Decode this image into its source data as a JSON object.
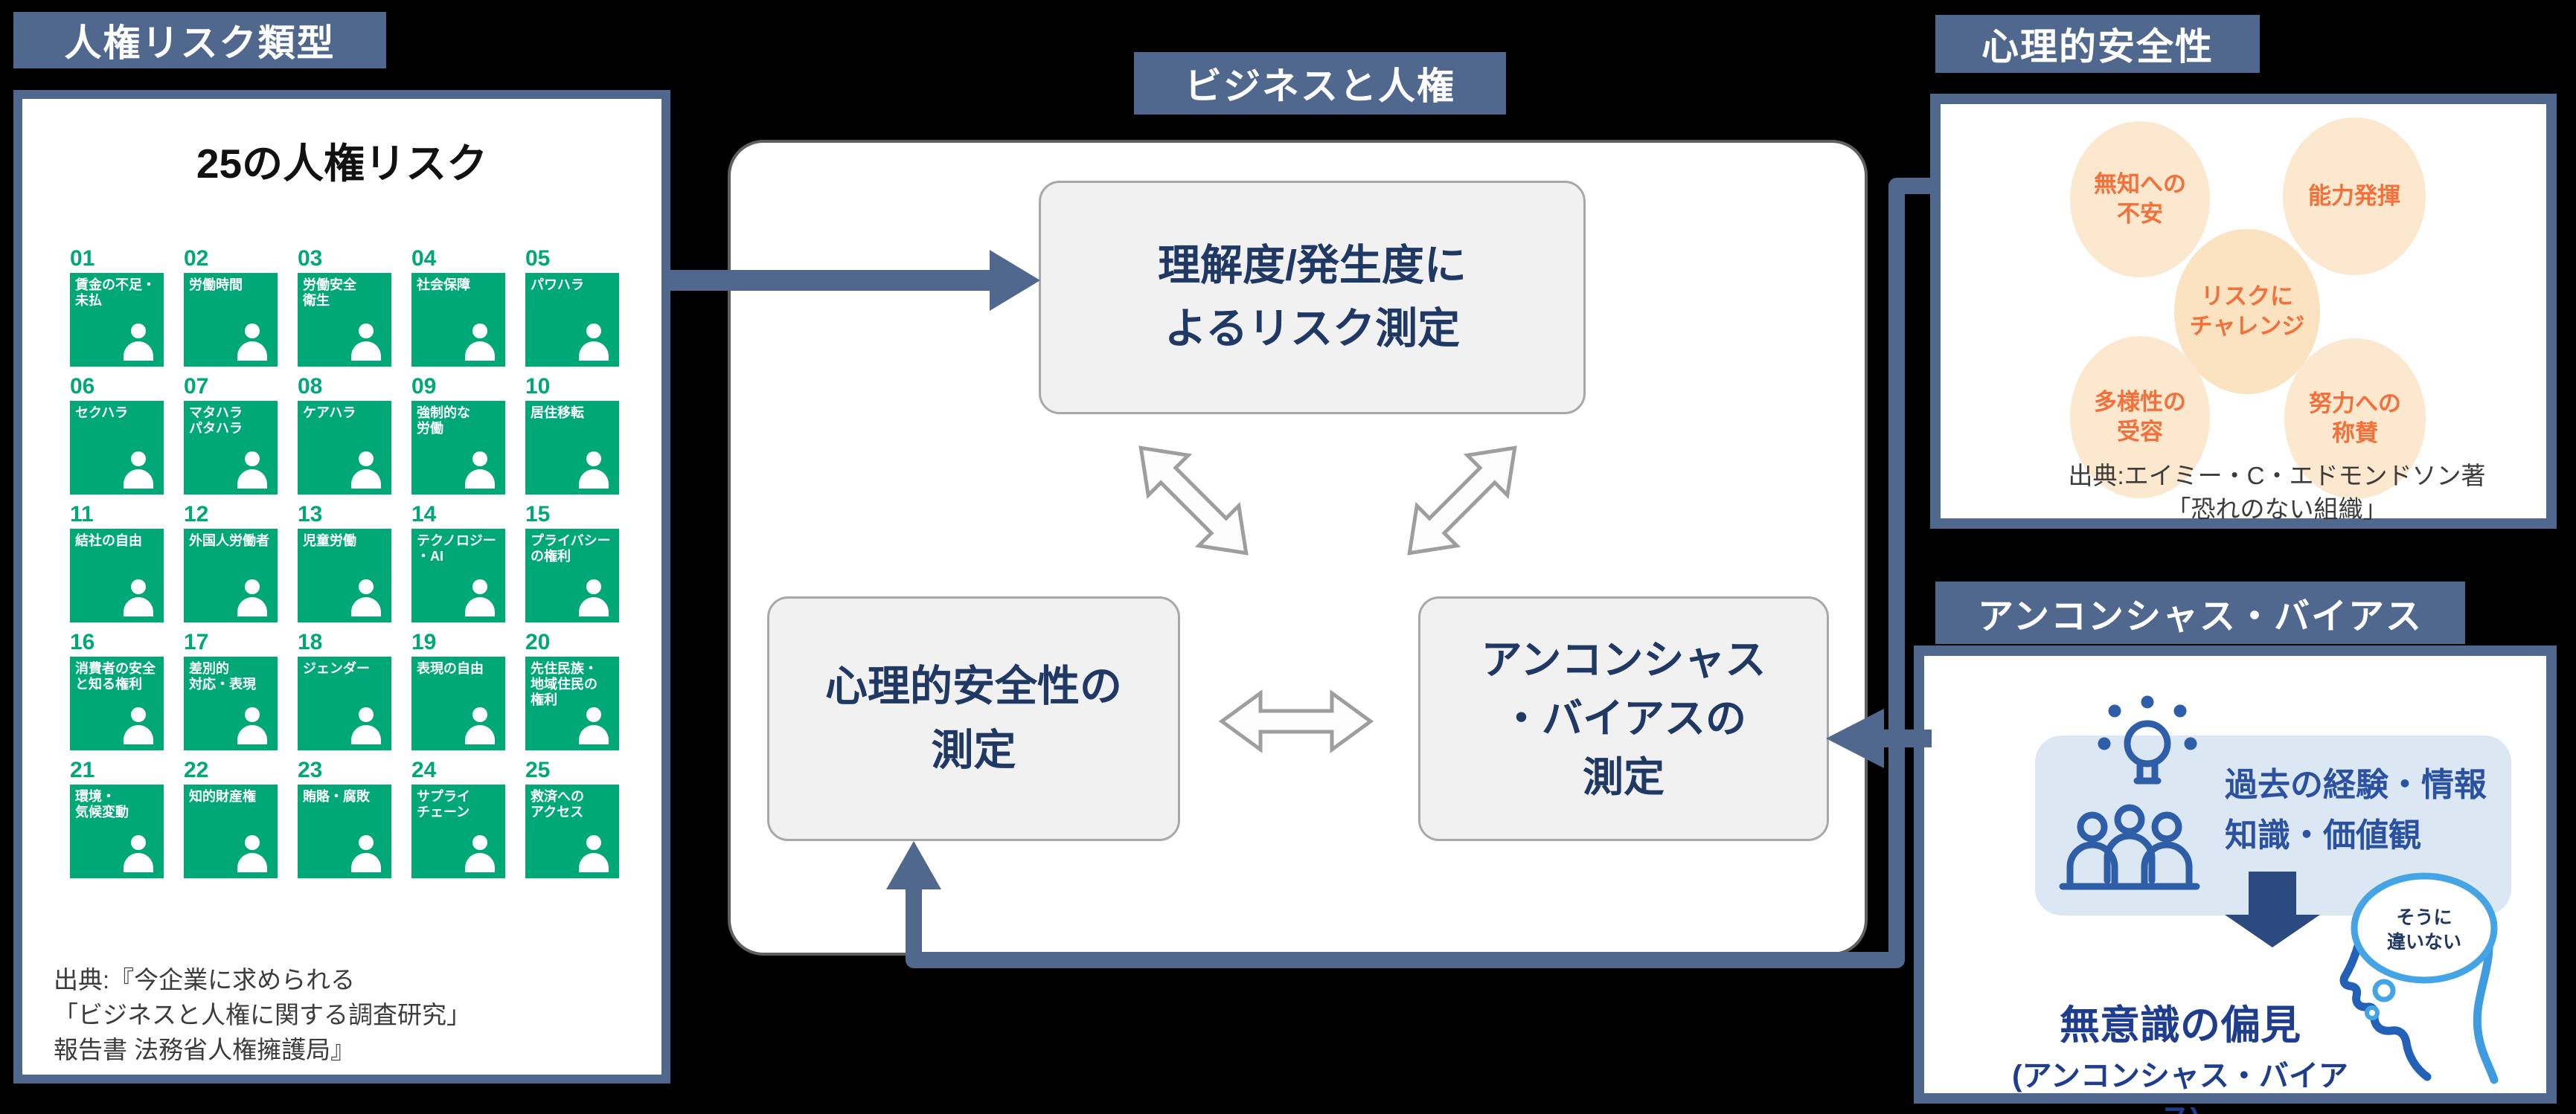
{
  "colors": {
    "slate_blue": "#51688E",
    "navy_text": "#1F3864",
    "tile_green": "#00A878",
    "circle_fill": "#FCE8CE",
    "circle_text": "#F4703A",
    "lightblue_box": "#DCE7F4",
    "icon_blue": "#2E5EA8",
    "bias_blue": "#1E3D8F",
    "down_arrow_blue": "#2B4A7F",
    "measure_box_fill": "#F1F1F1",
    "measure_box_border": "#A8A8A8"
  },
  "left_panel": {
    "tab": "人権リスク類型",
    "title": "25の人権リスク",
    "tiles": [
      {
        "num": "01",
        "label": "賃金の不足・\n未払",
        "icon": "wage-icon"
      },
      {
        "num": "02",
        "label": "労働時間",
        "icon": "working-hours-icon"
      },
      {
        "num": "03",
        "label": "労働安全\n衛生",
        "icon": "occupational-safety-icon"
      },
      {
        "num": "04",
        "label": "社会保障",
        "icon": "social-security-icon"
      },
      {
        "num": "05",
        "label": "パワハラ",
        "icon": "power-harassment-icon"
      },
      {
        "num": "06",
        "label": "セクハラ",
        "icon": "sexual-harassment-icon"
      },
      {
        "num": "07",
        "label": "マタハラ\nパタハラ",
        "icon": "maternity-paternity-harassment-icon"
      },
      {
        "num": "08",
        "label": "ケアハラ",
        "icon": "care-harassment-icon"
      },
      {
        "num": "09",
        "label": "強制的な\n労働",
        "icon": "forced-labor-icon"
      },
      {
        "num": "10",
        "label": "居住移転",
        "icon": "relocation-icon"
      },
      {
        "num": "11",
        "label": "結社の自由",
        "icon": "freedom-of-association-icon"
      },
      {
        "num": "12",
        "label": "外国人労働者",
        "icon": "foreign-workers-icon"
      },
      {
        "num": "13",
        "label": "児童労働",
        "icon": "child-labor-icon"
      },
      {
        "num": "14",
        "label": "テクノロジー\n・AI",
        "icon": "technology-ai-icon"
      },
      {
        "num": "15",
        "label": "プライバシー\nの権利",
        "icon": "privacy-rights-icon"
      },
      {
        "num": "16",
        "label": "消費者の安全\nと知る権利",
        "icon": "consumer-safety-icon"
      },
      {
        "num": "17",
        "label": "差別的\n対応・表現",
        "icon": "discrimination-icon"
      },
      {
        "num": "18",
        "label": "ジェンダー",
        "icon": "gender-icon"
      },
      {
        "num": "19",
        "label": "表現の自由",
        "icon": "freedom-of-expression-icon"
      },
      {
        "num": "20",
        "label": "先住民族・\n地域住民の\n権利",
        "icon": "indigenous-rights-icon"
      },
      {
        "num": "21",
        "label": "環境・\n気候変動",
        "icon": "environment-climate-icon"
      },
      {
        "num": "22",
        "label": "知的財産権",
        "icon": "intellectual-property-icon"
      },
      {
        "num": "23",
        "label": "賄賂・腐敗",
        "icon": "bribery-corruption-icon"
      },
      {
        "num": "24",
        "label": "サプライ\nチェーン",
        "icon": "supply-chain-icon"
      },
      {
        "num": "25",
        "label": "救済への\nアクセス",
        "icon": "access-to-remedy-icon"
      }
    ],
    "citation": "出典:『今企業に求められる\n「ビジネスと人権に関する調査研究」\n報告書 法務省人権擁護局』"
  },
  "center_panel": {
    "tab": "ビジネスと人権",
    "top_box": "理解度/発生度に\nよるリスク測定",
    "left_box": "心理的安全性の\n測定",
    "right_box": "アンコンシャス\n・バイアスの\n測定"
  },
  "psych_panel": {
    "tab": "心理的安全性",
    "circles": [
      {
        "label": "無知への\n不安"
      },
      {
        "label": "能力発揮"
      },
      {
        "label": "リスクに\nチャレンジ"
      },
      {
        "label": "多様性の\n受容"
      },
      {
        "label": "努力への\n称賛"
      }
    ],
    "citation": "出典:エイミー・C・エドモンドソン著\n「恐れのない組織」"
  },
  "unconscious_panel": {
    "tab": "アンコンシャス・バイアス",
    "sources_box": "過去の経験・情報\n知識・価値観",
    "bias_title": "無意識の偏見",
    "bias_subtitle": "(アンコンシャス・バイアス)",
    "thought_bubble": "そうに\n違いない"
  }
}
